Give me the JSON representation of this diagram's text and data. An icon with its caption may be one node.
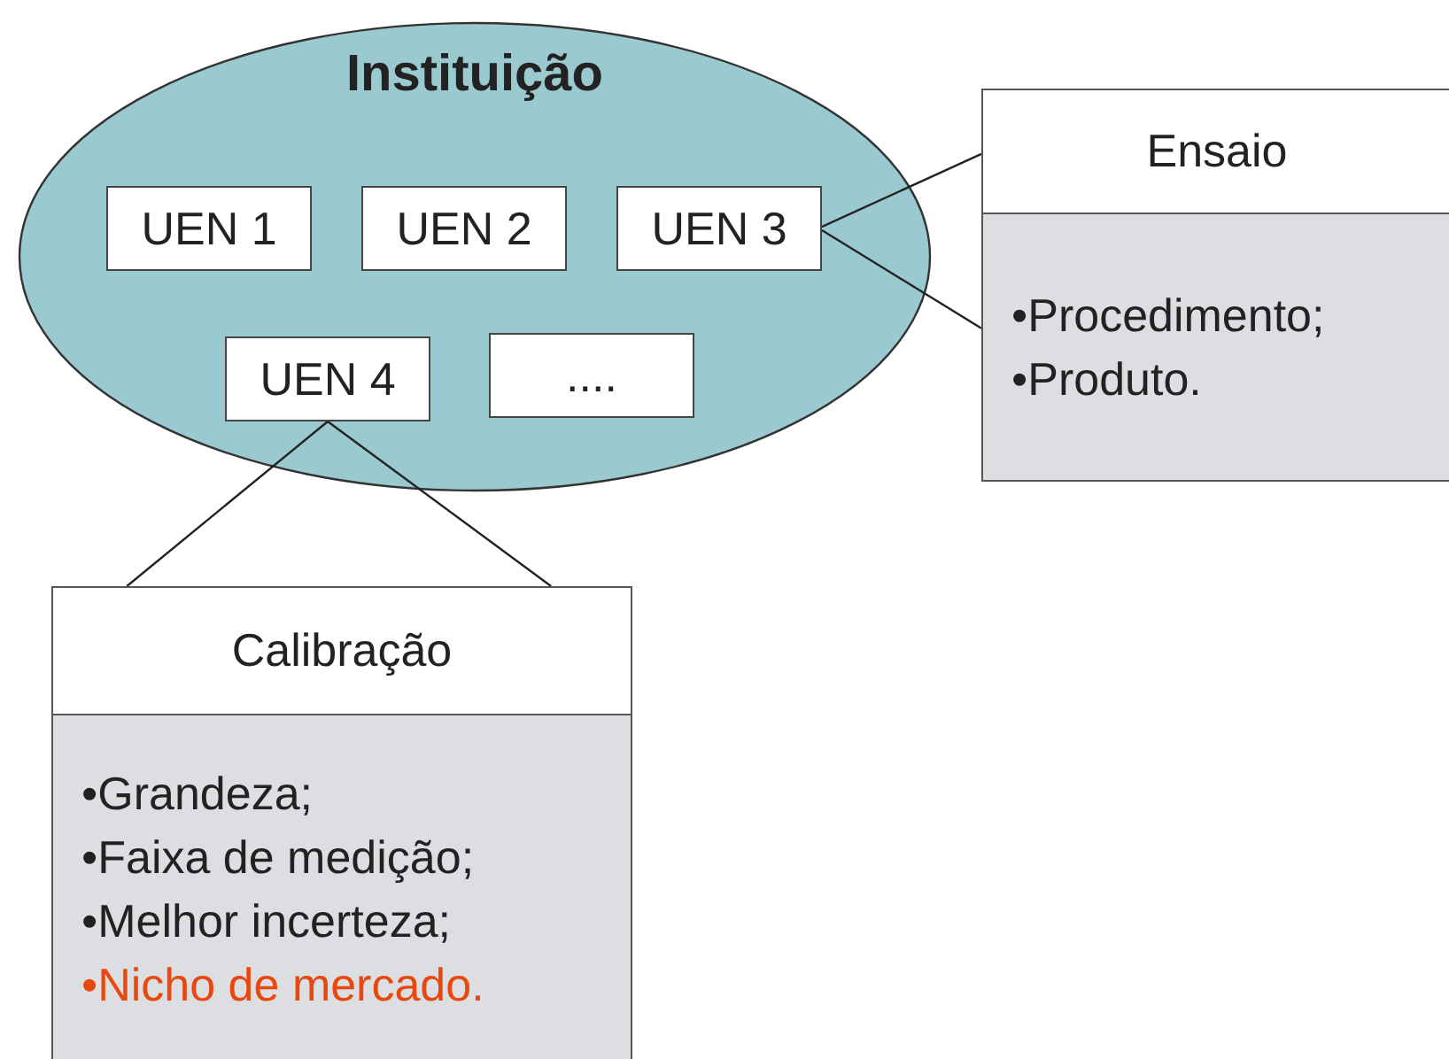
{
  "diagram": {
    "nodes": [
      {
        "text": [
          "Instituição"
        ]
      },
      {
        "text": [
          "UEN 1"
        ],
        "in": 0
      },
      {
        "text": [
          "UEN 2"
        ],
        "in": 0
      },
      {
        "text": [
          "UEN 3"
        ],
        "in": 0
      },
      {
        "text": [
          "UEN 4"
        ],
        "in": 0
      },
      {
        "text": [
          "...."
        ],
        "in": 0
      },
      {
        "text": [
          "Ensaio"
        ]
      },
      {
        "text": [
          "•Procedimento;",
          "•Produto."
        ]
      },
      {
        "text": [
          "Calibração"
        ]
      },
      {
        "text": [
          "•Grandeza;",
          "•Faixa de medição;",
          "•Melhor incerteza;",
          "•Nicho de mercado."
        ]
      }
    ],
    "edges": [
      {
        "from": 3,
        "to": 6,
        "arrow": "none"
      },
      {
        "from": 3,
        "to": 7,
        "arrow": "none"
      },
      {
        "from": 4,
        "to": 8,
        "arrow": "none"
      },
      {
        "from": 4,
        "to": 8,
        "arrow": "none"
      }
    ]
  }
}
